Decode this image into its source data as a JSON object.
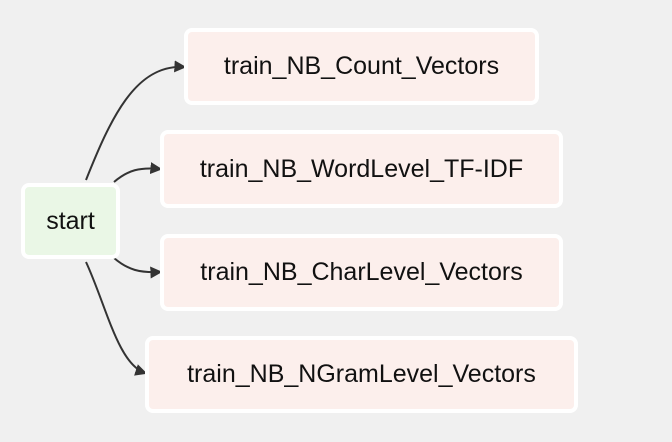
{
  "colors": {
    "background": "#f0f0f0",
    "start_fill": "#eaf7e6",
    "task_fill": "#fcefec",
    "node_border": "#ffffff",
    "edge": "#333333"
  },
  "nodes": {
    "start": "start",
    "count": "train_NB_Count_Vectors",
    "word": "train_NB_WordLevel_TF-IDF",
    "char": "train_NB_CharLevel_Vectors",
    "ngram": "train_NB_NGramLevel_Vectors"
  },
  "edges": [
    {
      "from": "start",
      "to": "count"
    },
    {
      "from": "start",
      "to": "word"
    },
    {
      "from": "start",
      "to": "char"
    },
    {
      "from": "start",
      "to": "ngram"
    }
  ]
}
